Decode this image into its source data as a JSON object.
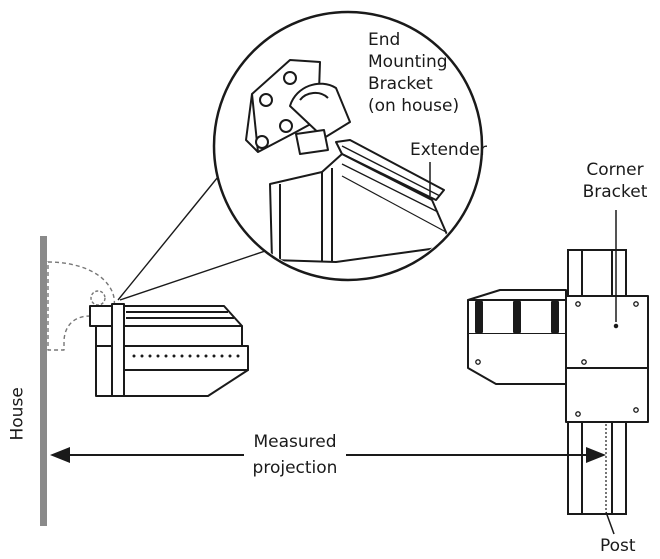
{
  "labels": {
    "end_mounting_bracket": [
      "End",
      "Mounting",
      "Bracket",
      "(on house)"
    ],
    "extender": "Extender",
    "corner_bracket": [
      "Corner",
      "Bracket"
    ],
    "house": "House",
    "measured_projection": [
      "Measured",
      "projection"
    ],
    "post": "Post"
  },
  "colors": {
    "house_wall": "#8a8a8a",
    "line": "#1a1a1a",
    "fill": "#ffffff"
  }
}
